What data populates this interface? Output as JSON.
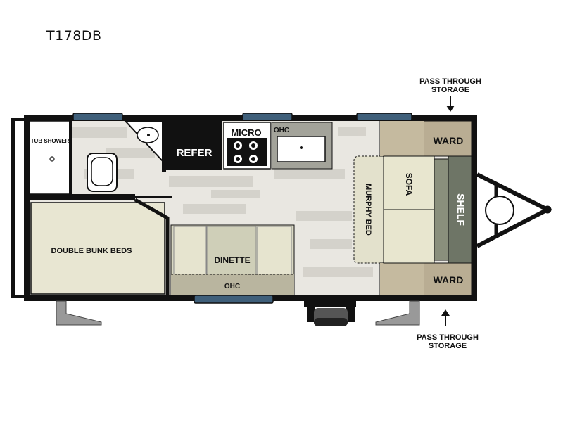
{
  "model": "T178DB",
  "labels": {
    "tub_shower": "TUB SHOWER",
    "refer": "REFER",
    "micro": "MICRO",
    "ohc_kitchen": "OHC",
    "ward_top": "WARD",
    "ward_bottom": "WARD",
    "sofa": "SOFA",
    "shelf": "SHELF",
    "murphy_bed": "MURPHY BED",
    "double_bunk_beds": "DOUBLE BUNK BEDS",
    "dinette": "DINETTE",
    "ohc_dinette": "OHC",
    "pass_through_top_1": "PASS THROUGH",
    "pass_through_top_2": "STORAGE",
    "pass_through_bottom_1": "PASS THROUGH",
    "pass_through_bottom_2": "STORAGE"
  },
  "colors": {
    "wall": "#111111",
    "window": "#3f5f7a",
    "floor_light": "#e6e4de",
    "floor_dark": "#c9c7c0",
    "bunk": "#e8e6d2",
    "cushion": "#d9d7c0",
    "ward": "#b9ad93",
    "shelf": "#6e7566",
    "counter": "#9a9a90"
  }
}
